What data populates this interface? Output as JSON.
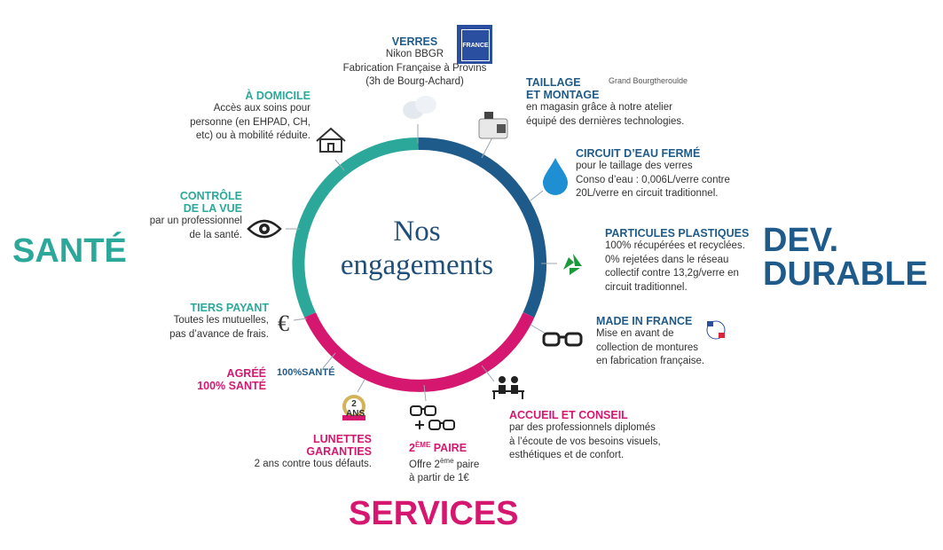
{
  "center_title": "Nos engagements",
  "sections": {
    "sante": "SANTÉ",
    "dev_durable_line1": "DEV.",
    "dev_durable_line2": "DURABLE",
    "services": "SERVICES"
  },
  "colors": {
    "sante": "#2ba89a",
    "dev_durable": "#1f5b8a",
    "services": "#d6176f"
  },
  "items": {
    "verres": {
      "title": "VERRES",
      "lines": [
        "Nikon BBGR",
        "Fabrication Française à Provins",
        "(3h de Bourg-Achard)"
      ],
      "badge": "FRANCE"
    },
    "taillage": {
      "title1": "TAILLAGE",
      "title2": "ET MONTAGE",
      "logo": "Grand Bourgtheroulde",
      "lines": [
        "en magasin grâce à notre atelier",
        "équipé des dernières technologies."
      ]
    },
    "circuit": {
      "title": "CIRCUIT D’EAU FERMÉ",
      "lines": [
        "pour le taillage des verres",
        "Conso d’eau : 0,006L/verre contre",
        "20L/verre en circuit traditionnel."
      ]
    },
    "particules": {
      "title": "PARTICULES PLASTIQUES",
      "lines": [
        "100% récupérées et recyclées.",
        "0% rejetées dans le réseau",
        "collectif contre 13,2g/verre en",
        "circuit traditionnel."
      ]
    },
    "made_in_france": {
      "title": "MADE IN FRANCE",
      "lines": [
        "Mise en avant de",
        "collection de montures",
        "en fabrication française."
      ]
    },
    "accueil": {
      "title": "ACCUEIL ET CONSEIL",
      "lines": [
        "par des professionnels diplomés",
        "à l’écoute de vos besoins visuels,",
        "esthétiques et de confort."
      ]
    },
    "deuxieme_paire": {
      "title_num": "2",
      "title_sup": "ÈME",
      "title_rest": " PAIRE",
      "line1_a": "Offre 2",
      "line1_sup": "ème",
      "line1_b": " paire",
      "line2": "à partir de 1€"
    },
    "lunettes": {
      "title1": "LUNETTES",
      "title2": "GARANTIES",
      "line": "2 ans contre tous défauts.",
      "badge": "2 ANS"
    },
    "agree": {
      "title1": "AGRÉÉ",
      "title2": "100% SANTÉ",
      "logo": "100%SANTÉ"
    },
    "tiers": {
      "title": "TIERS PAYANT",
      "lines": [
        "Toutes les mutuelles,",
        "pas d’avance de frais."
      ]
    },
    "controle": {
      "title1": "CONTRÔLE",
      "title2": "DE LA VUE",
      "lines": [
        "par un professionnel",
        "de la santé."
      ]
    },
    "domicile": {
      "title": "À DOMICILE",
      "lines": [
        "Accès aux soins pour",
        "personne (en EHPAD, CH,",
        "etc) ou à mobilité réduite."
      ]
    }
  }
}
